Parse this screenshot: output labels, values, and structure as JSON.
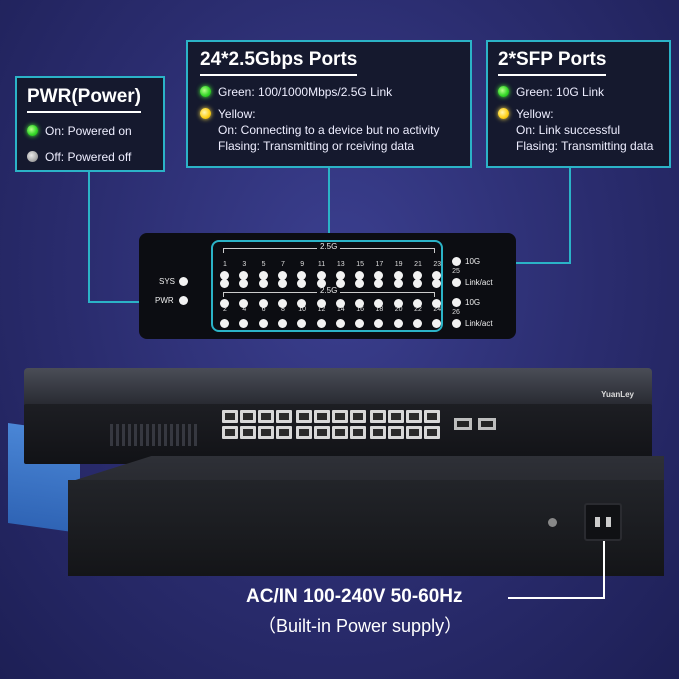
{
  "pwr_callout": {
    "title": "PWR(Power)",
    "on_text": "On: Powered on",
    "off_text": "Off: Powered off"
  },
  "ports_callout": {
    "title": "24*2.5Gbps Ports",
    "green_text": "Green: 100/1000Mbps/2.5G Link",
    "yellow_label": "Yellow:",
    "yellow_on": "On: Connecting to a device but no activity",
    "yellow_flash": "Flasing: Transmitting or rceiving data"
  },
  "sfp_callout": {
    "title": "2*SFP Ports",
    "green_text": "Green: 10G Link",
    "yellow_label": "Yellow:",
    "yellow_on": "On: Link successful",
    "yellow_flash": "Flasing: Transmitting data"
  },
  "panel": {
    "group_label": "2.5G",
    "sys_label": "SYS",
    "pwr_label": "PWR",
    "top_numbers": [
      "1",
      "3",
      "5",
      "7",
      "9",
      "11",
      "13",
      "15",
      "17",
      "19",
      "21",
      "23"
    ],
    "bottom_numbers": [
      "2",
      "4",
      "6",
      "8",
      "10",
      "12",
      "14",
      "16",
      "18",
      "20",
      "22",
      "24"
    ],
    "sfp_top_number": "25",
    "sfp_bottom_number": "26",
    "sfp_speed_label": "10G",
    "sfp_link_label": "Link/act"
  },
  "device": {
    "brand": "YuanLey"
  },
  "power": {
    "spec": "AC/IN 100-240V 50-60Hz",
    "note": "（Built-in Power supply）"
  },
  "colors": {
    "accent_line": "#2bb3c7",
    "led_green": "#36d92a",
    "led_yellow": "#ffd21c",
    "led_off": "#aaaaaa"
  }
}
